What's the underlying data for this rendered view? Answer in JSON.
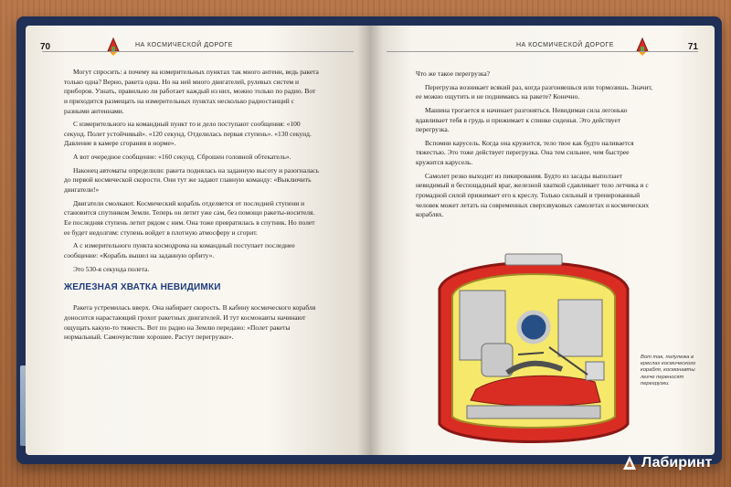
{
  "book": {
    "left_page_number": "70",
    "right_page_number": "71",
    "left_header_title": "НА КОСМИЧЕСКОЙ ДОРОГЕ",
    "right_header_title": "НА КОСМИЧЕСКОЙ ДОРОГЕ",
    "left_paragraphs": [
      "Могут спросить: а почему на измерительных пунктах так много антенн, ведь ракета только одна? Верно, ракета одна. Но на ней много двигателей, рулевых систем и приборов. Узнать, правильно ли работает каждый из них, можно только по радио. Вот и приходится размещать на измерительных пунктах несколько радиостанций с разными антеннами.",
      "С измерительного на командный пункт то и дело поступают сообщения: «100 секунд. Полет устойчивый». «120 секунд. Отделилась первая ступень». «130 секунд. Давление в камере сгорания в норме».",
      "А вот очередное сообщение: «160 секунд. Сброшен головной обтекатель».",
      "Наконец автоматы определили: ракета поднялась на заданную высоту и разогналась до первой космической скорости. Они тут же задают главную команду: «Выключить двигатели!»",
      "Двигатели смолкают. Космический корабль отделяется от последней ступени и становится спутником Земли. Теперь он летит уже сам, без помощи ракеты-носителя. Ее последняя ступень летит рядом с ним. Она тоже превратилась в спутник. Но полет ее будет недолгим: ступень войдет в плотную атмосферу и сгорит.",
      "А с измерительного пункта космодрома на командный поступает последнее сообщение: «Корабль вышел на заданную орбиту».",
      "Это 530-я секунда полета."
    ],
    "section_heading": "ЖЕЛЕЗНАЯ ХВАТКА НЕВИДИМКИ",
    "section_paragraphs": [
      "Ракета устремилась вверх. Она набирает скорость. В кабину космического корабля доносится нарастающий грохот ракетных двигателей. И тут космонавты начинают ощущать какую-то тяжесть. Вот по радио на Землю передано: «Полет ракеты нормальный. Самочувствие хорошее. Растут перегрузки»."
    ],
    "right_paragraphs": [
      "Что же такое перегрузка?",
      "Перегрузка возникает всякий раз, когда разгоняешься или тормозишь. Значит, ее можно ощутить и не поднимаясь на ракете? Конечно.",
      "Машина трогается и начинает разгоняться. Невидимая сила легонько вдавливает тебя в грудь и прижимает к спинке сиденья. Это действует перегрузка.",
      "Вспомни карусель. Когда она кружится, тело твое как будто наливается тяжестью. Это тоже действует перегрузка. Она тем сильнее, чем быстрее кружится карусель.",
      "Самолет резко выходит из пикирования. Будто из засады выползает невидимый и беспощадный враг, железной хваткой сдавливает тело летчика и с громадной силой прижимает его к креслу. Только сильный и тренированный человек может летать на современных сверхзвуковых самолетах и космических кораблях."
    ],
    "caption": "Вот так, полулежа в креслах космического корабля, космонавты легче переносят перегрузки.",
    "watermark_text": "Лабиринт",
    "colors": {
      "title_blue": "#1f3d7d",
      "capsule_red": "#d92d24",
      "capsule_yellow": "#f6e86b",
      "capsule_gray": "#c9c9c9"
    }
  }
}
